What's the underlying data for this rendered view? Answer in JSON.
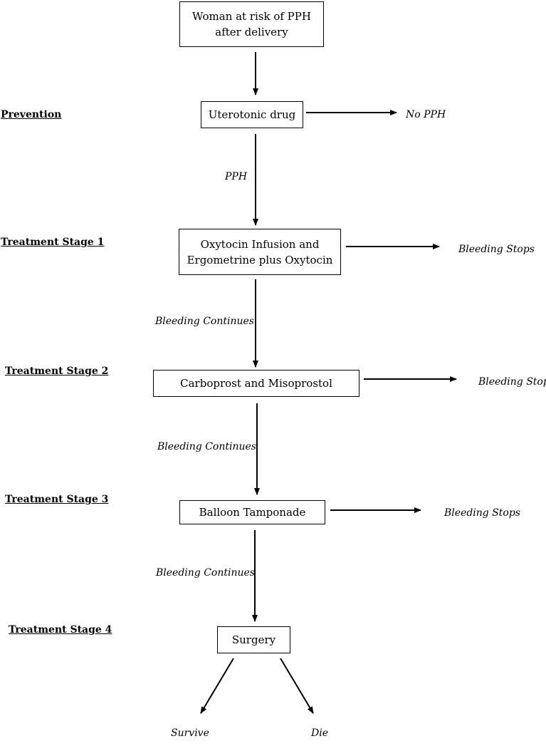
{
  "boxes": {
    "start": "Woman at risk of PPH\nafter delivery",
    "prevention": "Uterotonic drug",
    "stage1": "Oxytocin Infusion and\nErgometrine plus Oxytocin",
    "stage2": "Carboprost and Misoprostol",
    "stage3": "Balloon Tamponade",
    "stage4": "Surgery"
  },
  "stages": {
    "prevention": "Prevention",
    "stage1": "Treatment Stage 1",
    "stage2": "Treatment Stage 2",
    "stage3": "Treatment Stage 3",
    "stage4": "Treatment Stage 4"
  },
  "edge_labels": {
    "pph": "PPH",
    "continues1": "Bleeding Continues",
    "continues2": "Bleeding Continues",
    "continues3": "Bleeding Continues"
  },
  "outcomes": {
    "no_pph": "No PPH",
    "stops1": "Bleeding Stops",
    "stops2": "Bleeding Stops",
    "stops3": "Bleeding Stops",
    "survive": "Survive",
    "die": "Die"
  }
}
